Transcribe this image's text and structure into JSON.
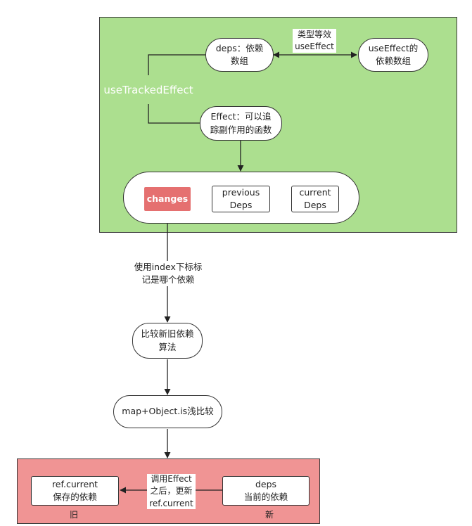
{
  "green_panel": {
    "title": "useTrackedEffect",
    "deps_node": "deps：依赖\n数组",
    "equivalence_label": "类型等效\nuseEffect",
    "useeffect_deps_node": "useEffect的\n依赖数组",
    "effect_node": "Effect：可以追\n踪副作用的函数",
    "changes_label": "changes",
    "previous_deps": "previous\nDeps",
    "current_deps": "current\nDeps"
  },
  "flow": {
    "index_note": "使用index下标标\n记是哪个依赖",
    "compare_node": "比较新旧依赖\n算法",
    "shallow_node": "map+Object.is浅比较"
  },
  "red_panel": {
    "ref_node": "ref.current\n保存的依赖",
    "deps_node": "deps\n当前的依赖",
    "update_label": "调用Effect\n之后，更新\nref.current",
    "old_label": "旧",
    "new_label": "新"
  },
  "colors": {
    "green_panel": "#acdf8f",
    "red_panel": "#f09494",
    "changes_fill": "#e57070"
  }
}
